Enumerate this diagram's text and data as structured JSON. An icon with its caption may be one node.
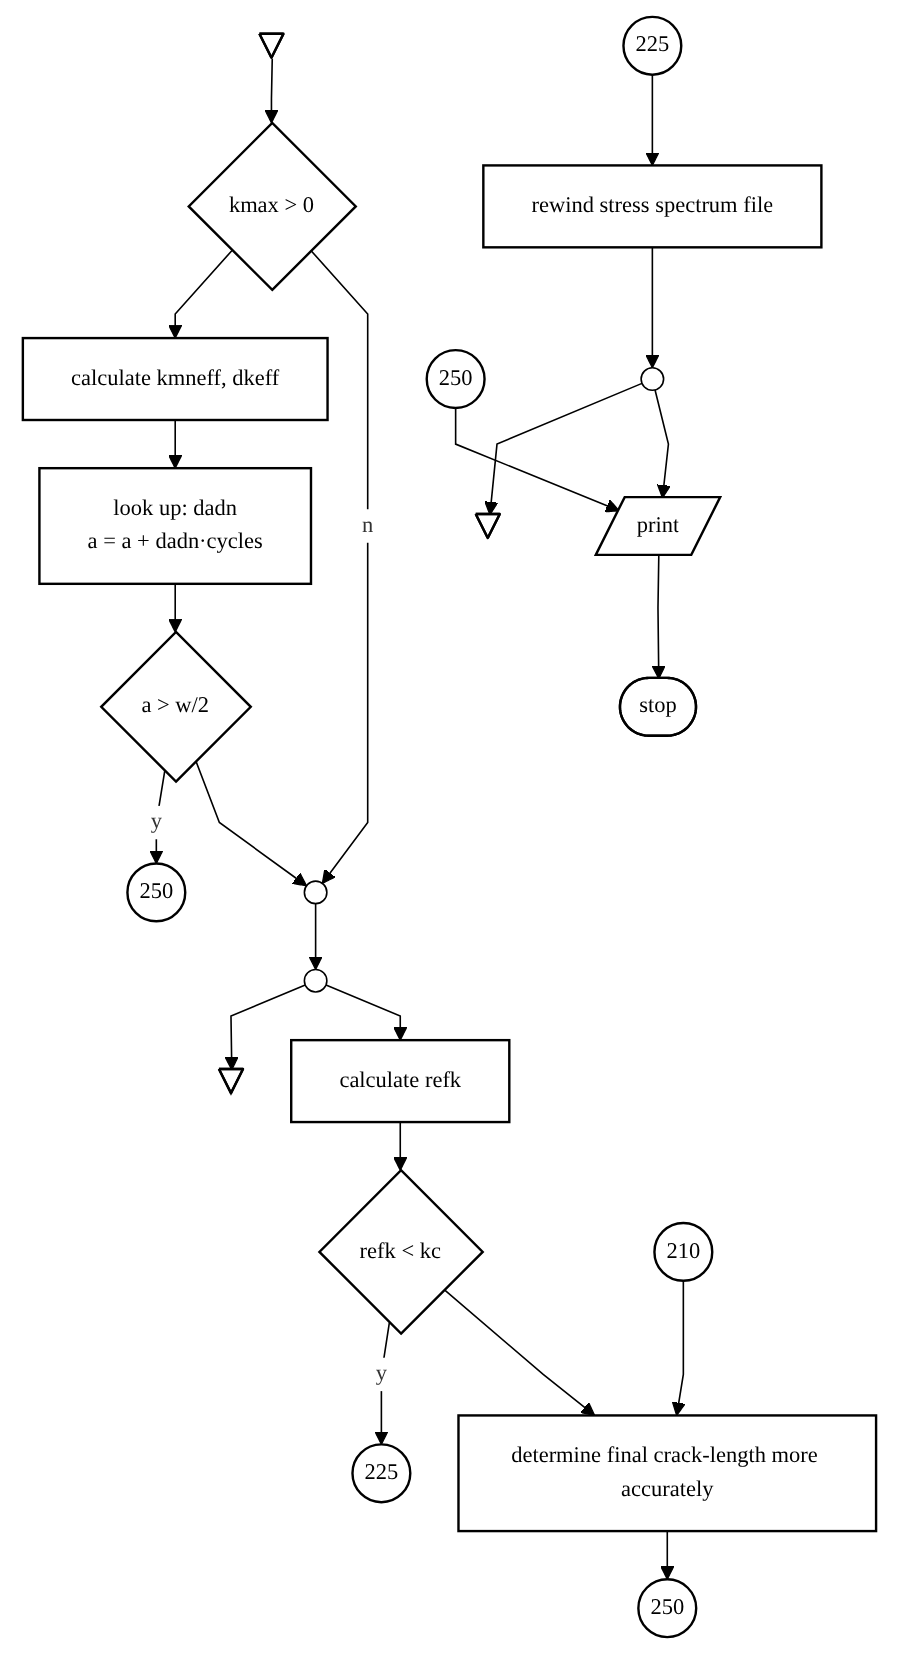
{
  "diagram": {
    "nodes": [
      {
        "text": [],
        "shape": "triangle"
      },
      {
        "text": [],
        "shape": "triangle"
      },
      {
        "text": [],
        "shape": "triangle"
      },
      {
        "text": [
          "kmax > 0"
        ]
      },
      {
        "text": [
          "calculate kmneff, dkeff"
        ]
      },
      {
        "text": [
          "look up: dadn",
          "a = a + dadn·cycles"
        ]
      },
      {
        "text": [
          "a > w/2"
        ]
      },
      {
        "text": [
          "250"
        ]
      },
      {
        "text": [],
        "shape": "circle"
      },
      {
        "text": [],
        "shape": "circle"
      },
      {
        "text": [
          "calculate refk"
        ]
      },
      {
        "text": [
          "refk < kc"
        ]
      },
      {
        "text": [
          "225"
        ]
      },
      {
        "text": [
          "210"
        ]
      },
      {
        "text": [
          "determine final crack-length more accurately"
        ]
      },
      {
        "text": [
          "250"
        ]
      },
      {
        "text": [
          "225"
        ]
      },
      {
        "text": [
          "rewind stress spectrum file"
        ]
      },
      {
        "text": [],
        "shape": "circle"
      },
      {
        "text": [
          "250"
        ]
      },
      {
        "text": [
          "print"
        ]
      },
      {
        "text": [
          "stop"
        ]
      }
    ],
    "edges": [
      {
        "from": 2,
        "to": 3,
        "arrow": "to"
      },
      {
        "from": 3,
        "to": 4,
        "arrow": "to"
      },
      {
        "from": 3,
        "to": 8,
        "label": "n",
        "arrow": "to"
      },
      {
        "from": 4,
        "to": 5,
        "arrow": "to"
      },
      {
        "from": 5,
        "to": 6,
        "arrow": "to"
      },
      {
        "from": 6,
        "to": 7,
        "label": "y",
        "arrow": "to"
      },
      {
        "from": 6,
        "to": 8,
        "arrow": "to"
      },
      {
        "from": 8,
        "to": 9,
        "arrow": "to"
      },
      {
        "from": 9,
        "to": 1,
        "arrow": "to"
      },
      {
        "from": 9,
        "to": 10,
        "arrow": "to"
      },
      {
        "from": 10,
        "to": 11,
        "arrow": "to"
      },
      {
        "from": 11,
        "to": 12,
        "label": "y",
        "arrow": "to"
      },
      {
        "from": 11,
        "to": 14,
        "arrow": "to"
      },
      {
        "from": 13,
        "to": 14,
        "arrow": "to"
      },
      {
        "from": 14,
        "to": 15,
        "arrow": "to"
      },
      {
        "from": 16,
        "to": 17,
        "arrow": "to"
      },
      {
        "from": 17,
        "to": 18,
        "arrow": "to"
      },
      {
        "from": 18,
        "to": 0,
        "arrow": "to"
      },
      {
        "from": 18,
        "to": 20,
        "arrow": "to"
      },
      {
        "from": 19,
        "to": 20,
        "arrow": "to"
      },
      {
        "from": 20,
        "to": 21,
        "arrow": "to"
      }
    ]
  }
}
